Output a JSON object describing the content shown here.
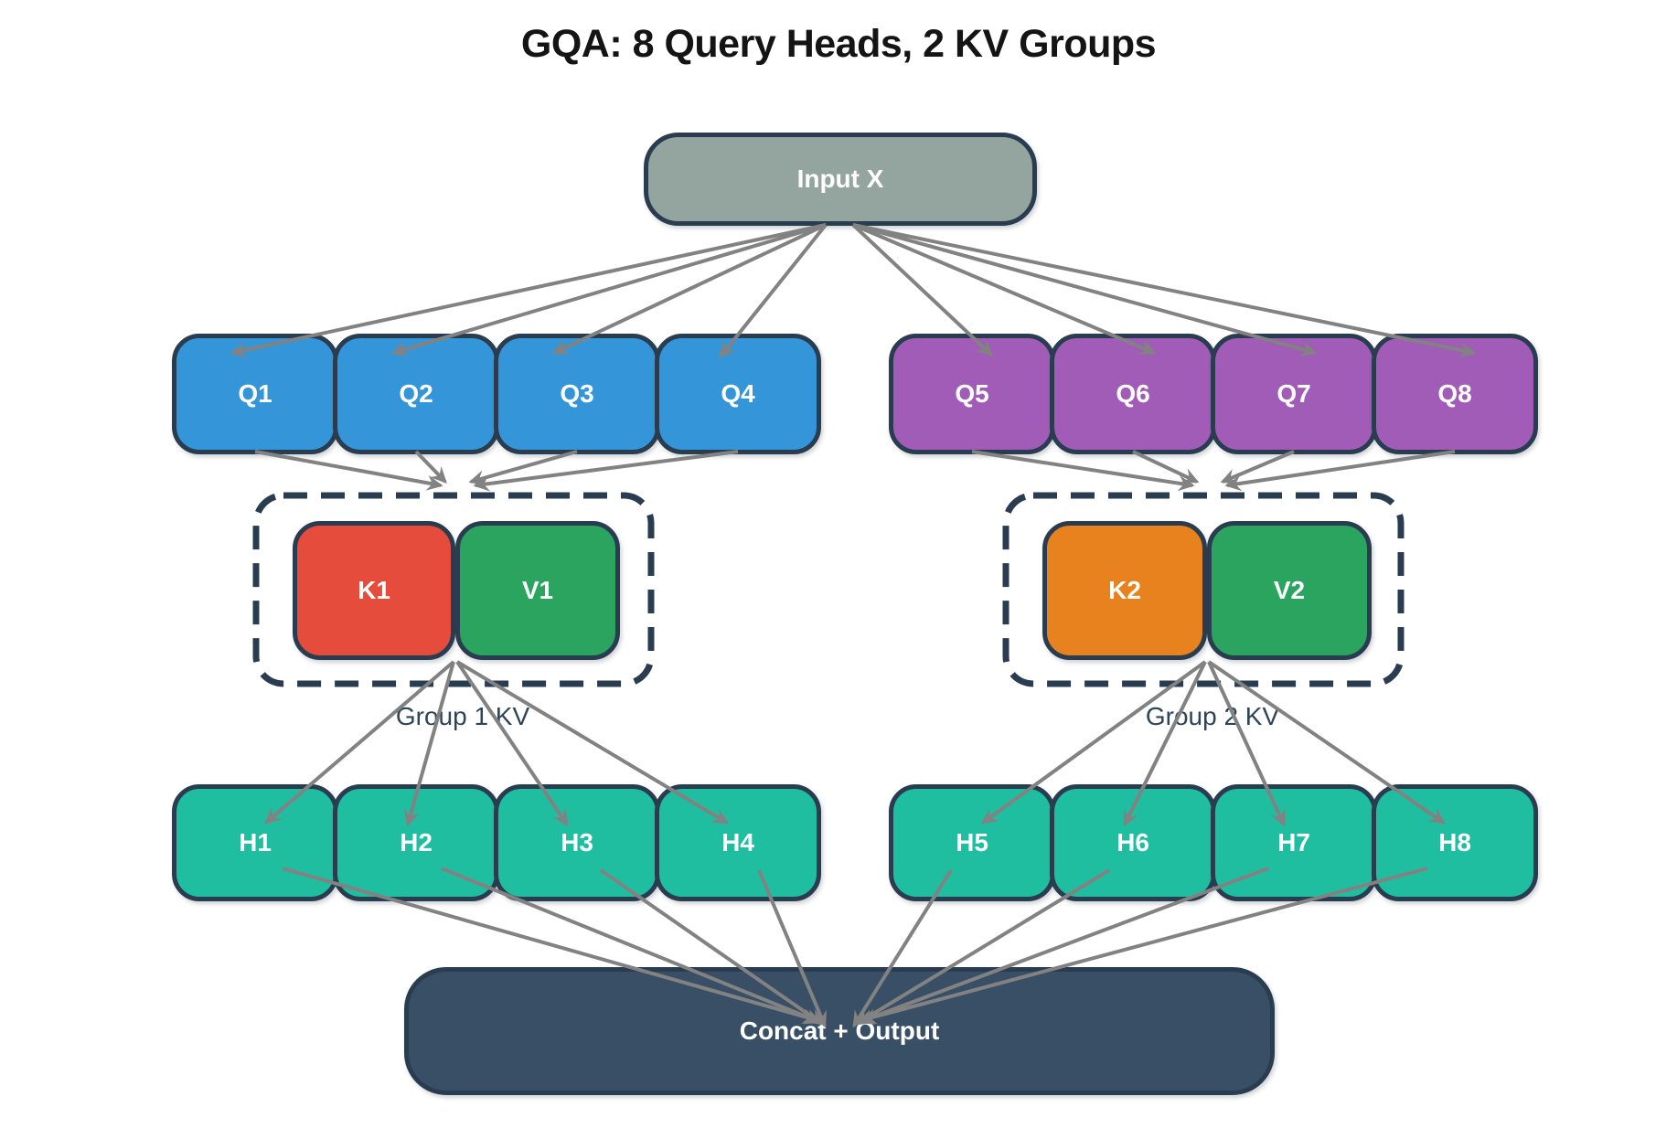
{
  "title": "GQA: 8 Query Heads, 2 KV Groups",
  "nodes": {
    "input": "Input X",
    "queries": [
      "Q1",
      "Q2",
      "Q3",
      "Q4",
      "Q5",
      "Q6",
      "Q7",
      "Q8"
    ],
    "kv_groups": [
      {
        "label": "Group 1 KV",
        "key": "K1",
        "value": "V1"
      },
      {
        "label": "Group 2 KV",
        "key": "K2",
        "value": "V2"
      }
    ],
    "heads": [
      "H1",
      "H2",
      "H3",
      "H4",
      "H5",
      "H6",
      "H7",
      "H8"
    ],
    "output": "Concat + Output"
  },
  "colors": {
    "query_group1_fill": "#3496d8",
    "query_group2_fill": "#a05cb6",
    "key1_fill": "#e64c3c",
    "key2_fill": "#e8821e",
    "value_fill": "#2aa45e",
    "head_fill": "#20bea0",
    "input_fill": "#94a5a0",
    "output_fill": "#384f66",
    "node_border": "#2a3d50",
    "arrow": "#828282",
    "group_label_text": "#2e4458",
    "title_text": "#141414",
    "node_text": "#ffffff"
  }
}
